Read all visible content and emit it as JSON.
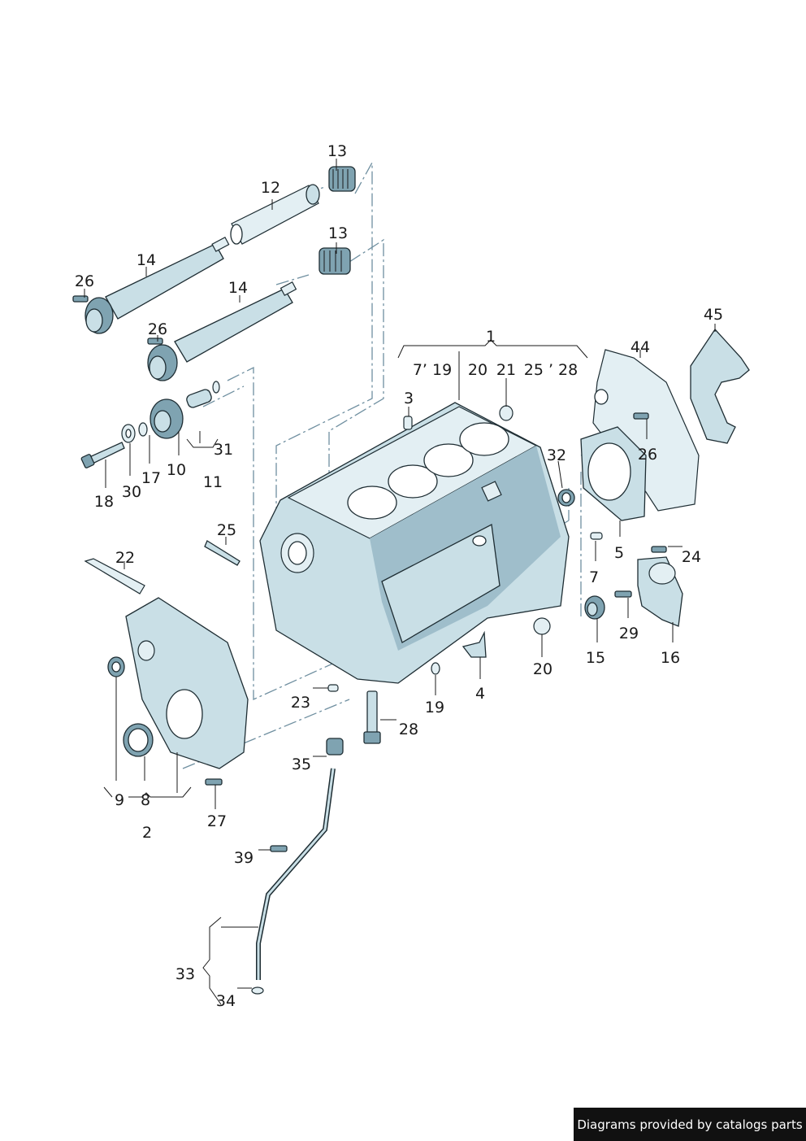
{
  "callouts": {
    "c1": "1",
    "c2": "2",
    "c3": "3",
    "c4": "4",
    "c5": "5",
    "c7_top": "7’ 19",
    "c7": "7",
    "c8": "8",
    "c9": "9",
    "c10": "10",
    "c11": "11",
    "c12": "12",
    "c13a": "13",
    "c13b": "13",
    "c14a": "14",
    "c14b": "14",
    "c15": "15",
    "c16": "16",
    "c17": "17",
    "c18": "18",
    "c19": "19",
    "c20_top": "20",
    "c20": "20",
    "c21": "21",
    "c22": "22",
    "c23": "23",
    "c24": "24",
    "c25_top": "25 ’ 28",
    "c25": "25",
    "c26a": "26",
    "c26b": "26",
    "c26c": "26",
    "c27": "27",
    "c28": "28",
    "c29": "29",
    "c30": "30",
    "c31": "31",
    "c32": "32",
    "c33": "33",
    "c34": "34",
    "c35": "35",
    "c39": "39",
    "c44": "44",
    "c45": "45"
  },
  "footer": {
    "credit": "Diagrams provided by catalogs parts"
  }
}
